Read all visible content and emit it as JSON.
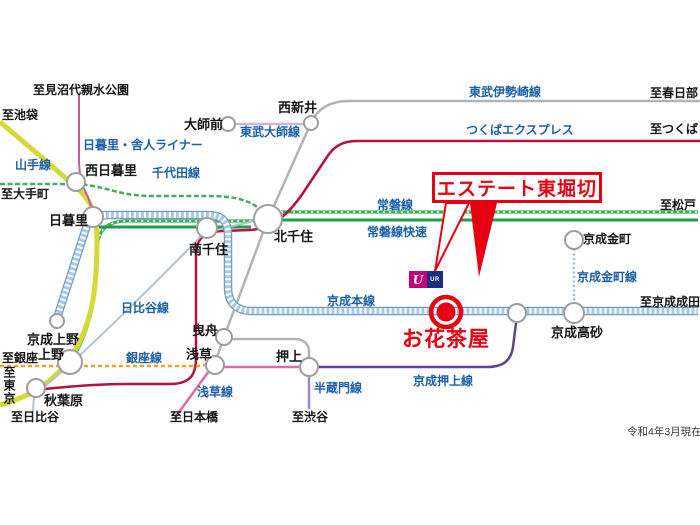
{
  "callout": {
    "text": "エステート東堀切"
  },
  "target": {
    "station": "お花茶屋",
    "marker_color": "#e60012"
  },
  "badge": {
    "u_glyph": "U",
    "ur_text": "UR"
  },
  "note": "令和4年3月現在",
  "stations": [
    {
      "name": "西日暮里"
    },
    {
      "name": "日暮里"
    },
    {
      "name": "大師前"
    },
    {
      "name": "西新井"
    },
    {
      "name": "北千住"
    },
    {
      "name": "南千住"
    },
    {
      "name": "京成上野"
    },
    {
      "name": "上野"
    },
    {
      "name": "秋葉原"
    },
    {
      "name": "曳舟"
    },
    {
      "name": "浅草"
    },
    {
      "name": "押上"
    },
    {
      "name": "京成金町"
    },
    {
      "name": "京成高砂"
    }
  ],
  "line_labels": [
    {
      "name": "山手線"
    },
    {
      "name": "日暮里・舎人ライナー"
    },
    {
      "name": "千代田線"
    },
    {
      "name": "東武大師線"
    },
    {
      "name": "東武伊勢崎線"
    },
    {
      "name": "つくばエクスプレス"
    },
    {
      "name": "常磐線"
    },
    {
      "name": "常磐線快速"
    },
    {
      "name": "京成本線"
    },
    {
      "name": "日比谷線"
    },
    {
      "name": "銀座線"
    },
    {
      "name": "浅草線"
    },
    {
      "name": "半蔵門線"
    },
    {
      "name": "京成押上線"
    },
    {
      "name": "京成金町線"
    }
  ],
  "destinations": [
    {
      "name": "至見沼代親水公園"
    },
    {
      "name": "至池袋"
    },
    {
      "name": "至大手町"
    },
    {
      "name": "至春日部"
    },
    {
      "name": "至つくば"
    },
    {
      "name": "至松戸"
    },
    {
      "name": "至京成成田"
    },
    {
      "name": "至銀座"
    },
    {
      "name": "至東京"
    },
    {
      "name": "至日比谷"
    },
    {
      "name": "至日本橋"
    },
    {
      "name": "至渋谷"
    }
  ],
  "colors": {
    "yamanote": "#d3d936",
    "toneri_liner": "#c45a9b",
    "chiyoda": "#44ad62",
    "joban_local": "#3cb05c",
    "joban_rapid": "#1f9e4b",
    "tobu": "#b3b3b3",
    "tobu_daishi": "#cdb6d5",
    "tsukuba_express": "#b5123e",
    "keisei_main_edge": "#6d9cc6",
    "keisei_main_fill": "#a9c9e3",
    "hibiya": "#b4c2d2",
    "ginza": "#f0a329",
    "asakusa": "#e06aa5",
    "hanzomon": "#988fc7",
    "keisei_oshiage": "#5d4396",
    "keisei_kanamachi": "#9cc3de",
    "accent_red": "#e60012",
    "label_blue": "#1a5fa8"
  }
}
